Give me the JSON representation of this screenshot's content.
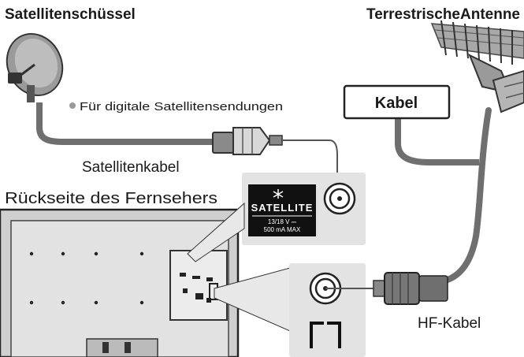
{
  "labels": {
    "satellite_dish": "Satellitenschüssel",
    "terrestrial_antenna": "TerrestrischeAntenne",
    "bullet_note": "Für digitale Satellitensendungen",
    "satellite_cable": "Satellitenkabel",
    "tv_rear": "Rückseite des Fernsehers",
    "cable_box": "Kabel",
    "rf_cable": "HF-Kabel"
  },
  "satellite_panel": {
    "brand": "SATELLITE",
    "voltage": "13/18 V ⎓",
    "current": "500 mA MAX"
  },
  "colors": {
    "cable": "#6f6f6f",
    "panel": "#e3e3e3",
    "ink": "#1a1a1a"
  }
}
